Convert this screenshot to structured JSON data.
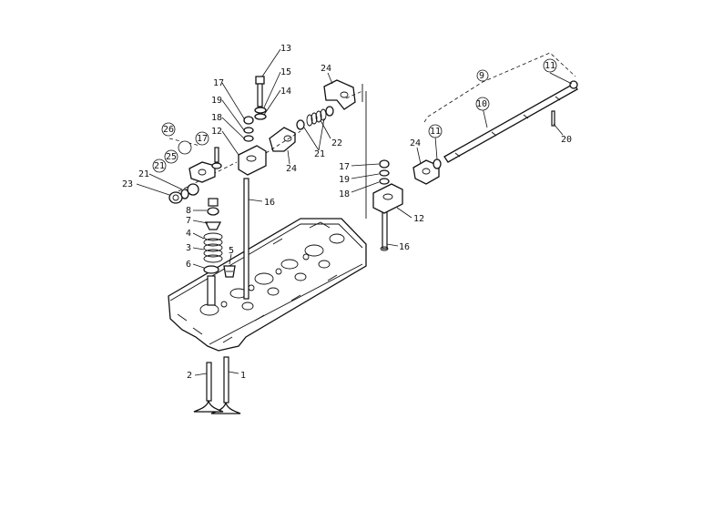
{
  "labels": {
    "p1": "1",
    "p2": "2",
    "p3": "3",
    "p4": "4",
    "p5": "5",
    "p6": "6",
    "p7": "7",
    "p8": "8",
    "p9": "9",
    "p10": "10",
    "p11a": "11",
    "p11b": "11",
    "p12a": "12",
    "p12b": "12",
    "p13": "13",
    "p14": "14",
    "p15": "15",
    "p16a": "16",
    "p16b": "16",
    "p17a": "17",
    "p17b": "17",
    "p17c": "17",
    "p18a": "18",
    "p18b": "18",
    "p19a": "19",
    "p19b": "19",
    "p20": "20",
    "p21a": "21",
    "p21b": "21",
    "p21c": "21",
    "p22": "22",
    "p23": "23",
    "p24a": "24",
    "p24b": "24",
    "p24c": "24",
    "p25": "25",
    "p26": "26"
  }
}
